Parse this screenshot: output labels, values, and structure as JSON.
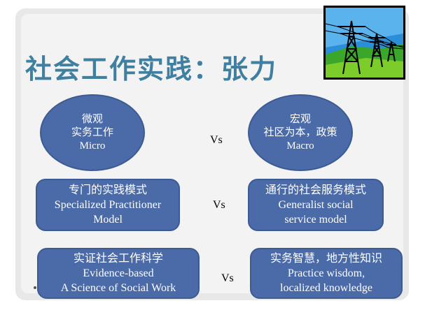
{
  "title": "社会工作实践：张力",
  "image_alt": "power-lines",
  "rows": [
    {
      "left": [
        "微观",
        "实务工作",
        "Micro"
      ],
      "vs": "Vs",
      "right": [
        "宏观",
        "社区为本，政策",
        "Macro"
      ]
    },
    {
      "left": [
        "专门的实践模式",
        "Specialized Practitioner",
        "Model"
      ],
      "vs": "Vs",
      "right": [
        "通行的社会服务模式",
        "Generalist social",
        "service model"
      ]
    },
    {
      "left": [
        "实证社会工作科学",
        "Evidence-based",
        "A Science of Social Work"
      ],
      "vs": "Vs",
      "right": [
        "实务智慧，地方性知识",
        "Practice wisdom,",
        "localized knowledge"
      ]
    }
  ],
  "colors": {
    "title": "#3f7f9f",
    "shape_fill": "#4a6aa8",
    "shape_border": "#3d5b93"
  }
}
